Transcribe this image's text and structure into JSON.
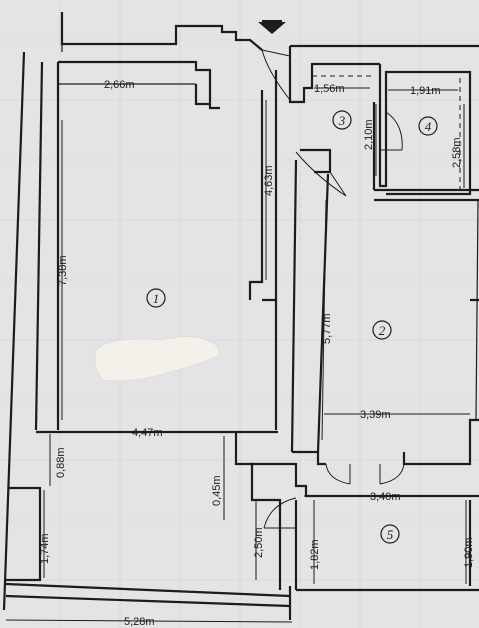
{
  "rooms": [
    {
      "id": "1",
      "label": "1"
    },
    {
      "id": "2",
      "label": "2"
    },
    {
      "id": "3",
      "label": "3"
    },
    {
      "id": "4",
      "label": "4"
    },
    {
      "id": "5",
      "label": "5"
    }
  ],
  "dimensions": {
    "d1": "2,66m",
    "d2": "1,56m",
    "d3": "1,91m",
    "d4": "2,10m",
    "d5": "2,58m",
    "d6": "4,63m",
    "d7": "7,38m",
    "d8": "5,77m",
    "d9": "4,47m",
    "d10": "3,39m",
    "d11": "0,88m",
    "d12": "0,45m",
    "d13": "3,40m",
    "d14": "1,74m",
    "d15": "2,50m",
    "d16": "1,82m",
    "d17": "1,90m",
    "d18": "5,28m"
  },
  "icons": {
    "entrance": "entrance-arrow-icon"
  },
  "colors": {
    "paper": "#e4e4e6",
    "ink": "#1c1c1c",
    "paint_blot": "#f3f1ea"
  }
}
